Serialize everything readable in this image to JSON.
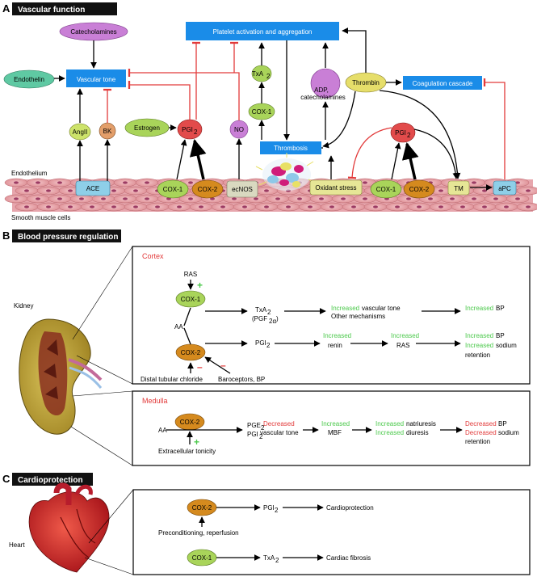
{
  "sections": {
    "a": {
      "letter": "A",
      "title": "Vascular function"
    },
    "b": {
      "letter": "B",
      "title": "Blood pressure regulation"
    },
    "c": {
      "letter": "C",
      "title": "Cardioprotection"
    }
  },
  "a": {
    "catecholamines": "Catecholamines",
    "platelet": "Platelet activation and aggregation",
    "endothelin": "Endothelin",
    "vascular_tone": "Vascular tone",
    "txa2": "TxA",
    "txa2_sub": "2",
    "cox1_top": "COX-1",
    "adp_line1": "ADP,",
    "adp_line2": "catecholamines",
    "thrombin": "Thrombin",
    "coag": "Coagulation cascade",
    "angii": "AngII",
    "bk": "BK",
    "estrogen": "Estrogen",
    "pgi_left": "PGI",
    "pgi_left_sub": "2",
    "no": "NO",
    "thrombosis": "Thrombosis",
    "pgi_right": "PGI",
    "pgi_right_sub": "2",
    "endothelium": "Endothelium",
    "smooth": "Smooth muscle cells",
    "ace": "ACE",
    "cox1_left": "COX-1",
    "cox2_left": "COX-2",
    "ecnos": "ecNOS",
    "oxidant": "Oxidant stress",
    "cox1_right": "COX-1",
    "cox2_right": "COX-2",
    "tm": "TM",
    "apc": "aPC"
  },
  "b": {
    "cortex": "Cortex",
    "ras_top": "RAS",
    "plus1": "+",
    "cox1": "COX-1",
    "txa2": "TxA",
    "txa2_sub": "2",
    "pgf_open": "(PGF",
    "pgf_sub": "2α",
    "pgf_close": ")",
    "inc1": "Increased",
    "vt": "vascular tone",
    "other": "Other mechanisms",
    "inc_bp1": "Increased",
    "bp1": "BP",
    "aa": "AA",
    "pgi2": "PGI",
    "pgi2_sub": "2",
    "inc_renin": "Increased",
    "renin": "renin",
    "inc_ras": "Increased",
    "ras": "RAS",
    "inc_bp2": "Increased",
    "bp2": "BP",
    "inc_na": "Increased",
    "sodium": "sodium",
    "retention": "retention",
    "cox2": "COX-2",
    "dtc": "Distal tubular chloride",
    "baro": "Baroceptors, BP",
    "minus1": "–",
    "minus2": "–",
    "kidney": "Kidney",
    "medulla": "Medulla",
    "m_aa": "AA",
    "m_cox2": "COX-2",
    "m_plus": "+",
    "m_ext": "Extracellular tonicity",
    "m_pge": "PGE",
    "m_pge_sub": "2",
    "m_pgi": "PGI",
    "m_pgi_sub": "2",
    "m_dec": "Decreased",
    "m_vt": "vascular tone",
    "m_inc_mbf": "Increased",
    "m_mbf": "MBF",
    "m_inc_nat": "Increased",
    "m_nat": "natriuresis",
    "m_inc_diu": "Increased",
    "m_diu": "diuresis",
    "m_dec_bp": "Decreased",
    "m_bp": "BP",
    "m_dec_na": "Decreased",
    "m_sodium": "sodium",
    "m_retention": "retention"
  },
  "c": {
    "heart": "Heart",
    "cox2": "COX-2",
    "pgi2": "PGI",
    "pgi2_sub": "2",
    "cardioprotection": "Cardioprotection",
    "precond": "Preconditioning, reperfusion",
    "cox1": "COX-1",
    "txa2": "TxA",
    "txa2_sub": "2",
    "fibrosis": "Cardiac fibrosis"
  },
  "colors": {
    "blue_box": "#1a8ce8",
    "header_bg": "#111111",
    "cox1": "#a9d45a",
    "cox2": "#d58a1e",
    "catecholamines": "#c97fd6",
    "endothelin": "#5fc9a3",
    "angii": "#cde36a",
    "bk": "#e39e6a",
    "pgi": "#e24b4b",
    "no": "#c97fd6",
    "thrombin": "#e6de6a",
    "ace": "#8ecfe8",
    "ecnos": "#d9d9c0",
    "oxidant": "#e6e696",
    "tm": "#e6e696",
    "apc": "#8ecfe8",
    "green_text": "#4cc94c",
    "red_text": "#e23a3a"
  }
}
